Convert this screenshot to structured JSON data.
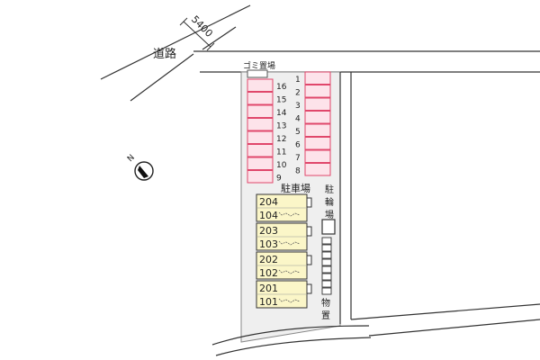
{
  "road_label": "道路",
  "road_width": "5400",
  "garbage_label": "ゴミ置場",
  "parking_label": "駐車場",
  "bicycle_label": "駐輪場",
  "storage_label": "物置",
  "north_label": "N",
  "parking_left": [
    "16",
    "15",
    "14",
    "13",
    "12",
    "11",
    "10",
    "9"
  ],
  "parking_right": [
    "1",
    "2",
    "3",
    "4",
    "5",
    "6",
    "7",
    "8"
  ],
  "units": [
    {
      "upper": "204",
      "lower": "104"
    },
    {
      "upper": "203",
      "lower": "103"
    },
    {
      "upper": "202",
      "lower": "102"
    },
    {
      "upper": "201",
      "lower": "101"
    }
  ],
  "colors": {
    "parking_fill": "#fde3ea",
    "parking_stroke": "#e0476b",
    "unit_fill": "#fbf6c8",
    "ground_fill": "#efefef"
  }
}
